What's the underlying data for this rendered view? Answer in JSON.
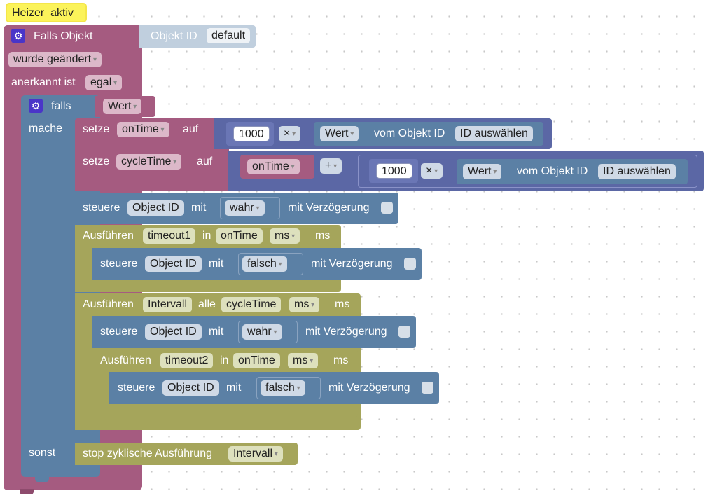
{
  "comment_label": "Heizer_aktiv",
  "trigger": {
    "title": "Falls Objekt",
    "object_label": "Objekt ID",
    "object_value": "default",
    "change_value": "wurde geändert",
    "ack_label": "anerkannt ist",
    "ack_value": "egal"
  },
  "if_block": {
    "if_label": "falls",
    "condition_value": "Wert",
    "do_label": "mache",
    "else_label": "sonst"
  },
  "set_ontime": {
    "label": "setze",
    "var": "onTime",
    "to_label": "auf",
    "number": "1000",
    "op": "×",
    "value_dropdown": "Wert",
    "from_label": "vom Objekt ID",
    "id_value": "ID auswählen"
  },
  "set_cycletime": {
    "label": "setze",
    "var": "cycleTime",
    "to_label": "auf",
    "var_ref": "onTime",
    "op_plus": "+",
    "number": "1000",
    "op_times": "×",
    "value_dropdown": "Wert",
    "from_label": "vom Objekt ID",
    "id_value": "ID auswählen"
  },
  "control_1": {
    "label": "steuere",
    "object": "Object ID",
    "with_label": "mit",
    "value": "wahr",
    "delay_label": "mit Verzögerung"
  },
  "timeout_1": {
    "label": "Ausführen",
    "name": "timeout1",
    "in_label": "in",
    "time_var": "onTime",
    "unit": "ms",
    "unit_suffix": "ms"
  },
  "control_2": {
    "label": "steuere",
    "object": "Object ID",
    "with_label": "mit",
    "value": "falsch",
    "delay_label": "mit Verzögerung"
  },
  "interval": {
    "label": "Ausführen",
    "name": "Intervall",
    "every_label": "alle",
    "time_var": "cycleTime",
    "unit": "ms",
    "unit_suffix": "ms"
  },
  "control_3": {
    "label": "steuere",
    "object": "Object ID",
    "with_label": "mit",
    "value": "wahr",
    "delay_label": "mit Verzögerung"
  },
  "timeout_2": {
    "label": "Ausführen",
    "name": "timeout2",
    "in_label": "in",
    "time_var": "onTime",
    "unit": "ms",
    "unit_suffix": "ms"
  },
  "control_4": {
    "label": "steuere",
    "object": "Object ID",
    "with_label": "mit",
    "value": "falsch",
    "delay_label": "mit Verzögerung"
  },
  "stop_block": {
    "label": "stop zyklische Ausführung",
    "name": "Intervall"
  }
}
